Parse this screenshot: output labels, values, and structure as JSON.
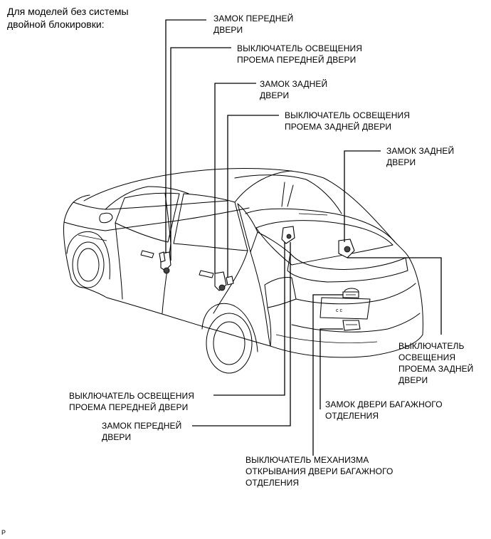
{
  "title": "Для моделей без системы\nдвойной блокировки:",
  "labels": {
    "front_door_lock_top": "ЗАМОК ПЕРЕДНЕЙ\nДВЕРИ",
    "front_courtesy_switch_top": "ВЫКЛЮЧАТЕЛЬ ОСВЕЩЕНИЯ\nПРОЕМА ПЕРЕДНЕЙ ДВЕРИ",
    "rear_door_lock_top": "ЗАМОК ЗАДНЕЙ\nДВЕРИ",
    "rear_courtesy_switch_top": "ВЫКЛЮЧАТЕЛЬ ОСВЕЩЕНИЯ\nПРОЕМА ЗАДНЕЙ ДВЕРИ",
    "rear_door_lock_right": "ЗАМОК ЗАДНЕЙ\nДВЕРИ",
    "rear_courtesy_switch_right": "ВЫКЛЮЧАТЕЛЬ\nОСВЕЩЕНИЯ\nПРОЕМА ЗАДНЕЙ\nДВЕРИ",
    "back_door_lock": "ЗАМОК ДВЕРИ БАГАЖНОГО\nОТДЕЛЕНИЯ",
    "front_courtesy_switch_bottom": "ВЫКЛЮЧАТЕЛЬ ОСВЕЩЕНИЯ\nПРОЕМА ПЕРЕДНЕЙ ДВЕРИ",
    "front_door_lock_bottom": "ЗАМОК ПЕРЕДНЕЙ\nДВЕРИ",
    "back_door_opener_switch": "ВЫКЛЮЧАТЕЛЬ МЕХАНИЗМА\nОТКРЫВАНИЯ ДВЕРИ БАГАЖНОГО\nОТДЕЛЕНИЯ"
  },
  "plate_text": "c   c",
  "code": "P"
}
